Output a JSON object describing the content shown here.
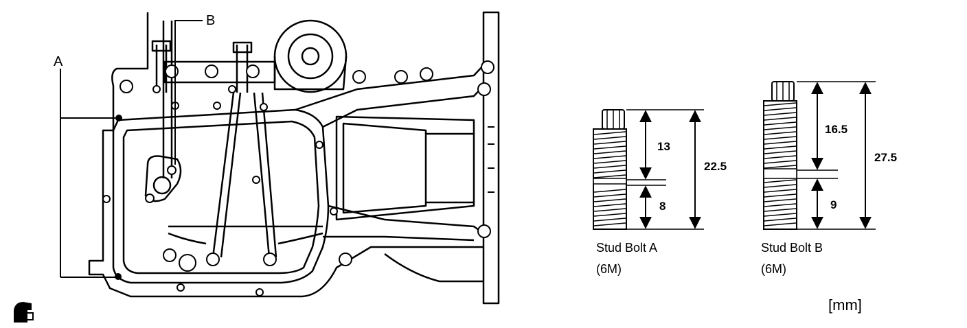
{
  "labels": {
    "a": "A",
    "b": "B"
  },
  "stud_a": {
    "title": "Stud Bolt A",
    "size": "(6M)",
    "dim_upper": "13",
    "dim_lower": "8",
    "dim_total": "22.5"
  },
  "stud_b": {
    "title": "Stud Bolt B",
    "size": "(6M)",
    "dim_upper": "16.5",
    "dim_lower": "9",
    "dim_total": "27.5"
  },
  "unit": "[mm]",
  "colors": {
    "ink": "#000000",
    "paper": "#ffffff"
  },
  "icons": {
    "corner": "sealant-tube-icon"
  }
}
